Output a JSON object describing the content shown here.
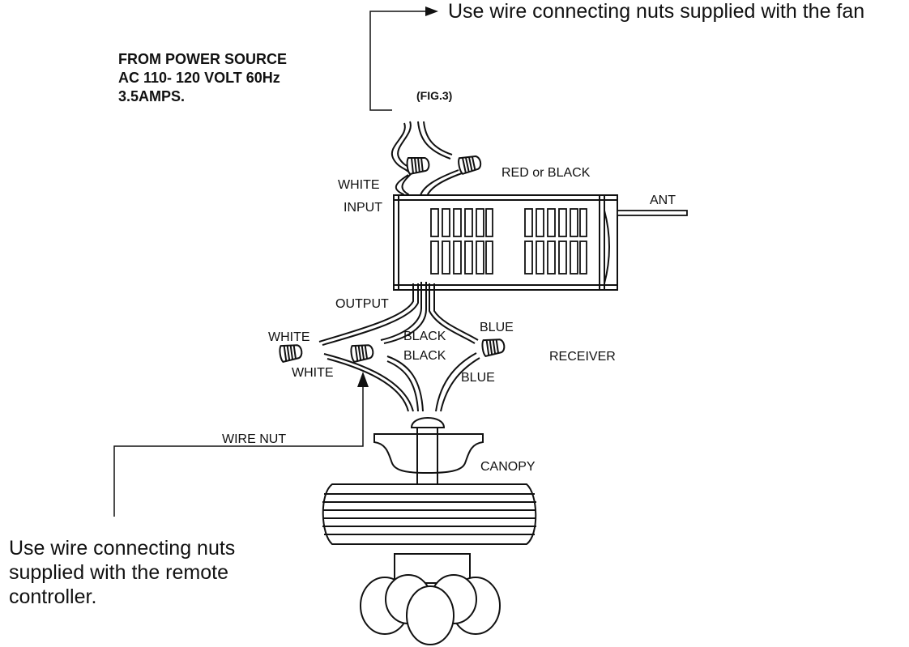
{
  "top_note": "Use wire connecting nuts supplied with the fan",
  "power_source": [
    "FROM POWER SOURCE",
    "AC 110- 120 VOLT 60Hz",
    "3.5AMPS."
  ],
  "figure_label": "(FIG.3)",
  "labels": {
    "white_in": "WHITE",
    "input": "INPUT",
    "red_black": "RED or BLACK",
    "ant": "ANT",
    "output": "OUTPUT",
    "white_out_1": "WHITE",
    "white_out_2": "WHITE",
    "black_1": "BLACK",
    "black_2": "BLACK",
    "blue_1": "BLUE",
    "blue_2": "BLUE",
    "receiver": "RECEIVER",
    "wire_nut": "WIRE NUT",
    "canopy": "CANOPY"
  },
  "bottom_note": [
    "Use wire connecting nuts",
    "supplied with the remote",
    "controller."
  ]
}
